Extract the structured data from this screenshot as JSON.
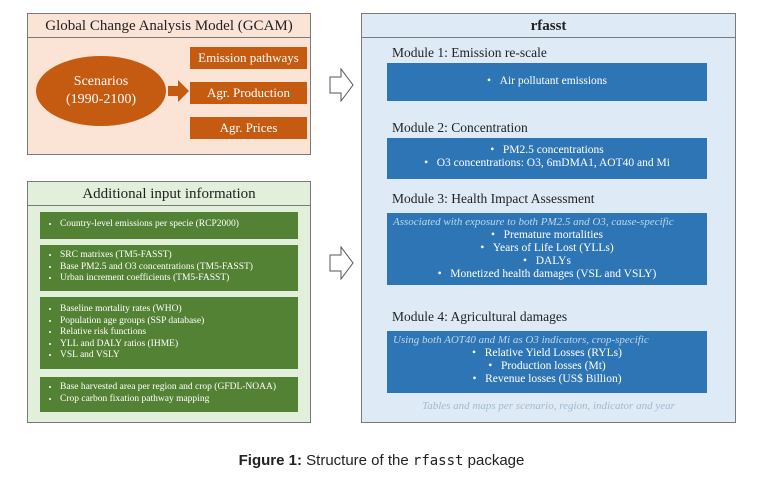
{
  "gcam": {
    "title": "Global Change Analysis Model (GCAM)",
    "scenarios_line1": "Scenarios",
    "scenarios_line2": "(1990-2100)",
    "outputs": [
      "Emission pathways",
      "Agr. Production",
      "Agr. Prices"
    ]
  },
  "additional": {
    "title": "Additional input information",
    "groups": [
      [
        "Country-level emissions per specie (RCP2000)"
      ],
      [
        "SRC matrixes (TM5-FASST)",
        "Base PM2.5 and O3 concentrations (TM5-FASST)",
        "Urban increment coefficients (TM5-FASST)"
      ],
      [
        "Baseline mortality rates (WHO)",
        "Population age groups (SSP database)",
        "Relative risk functions",
        "YLL and DALY ratios (IHME)",
        "VSL and VSLY"
      ],
      [
        "Base harvested area per region and crop (GFDL-NOAA)",
        "Crop carbon fixation pathway mapping"
      ]
    ]
  },
  "rfasst": {
    "title": "rfasst",
    "module1": {
      "title": "Module 1: Emission re-scale",
      "items": [
        "Air pollutant emissions"
      ]
    },
    "module2": {
      "title": "Module 2: Concentration",
      "items": [
        "PM2.5 concentrations",
        "O3 concentrations: O3, 6mDMA1, AOT40 and Mi"
      ]
    },
    "module3": {
      "title": "Module 3: Health Impact Assessment",
      "note": "Associated with exposure to both PM2.5 and O3, cause-specific",
      "items": [
        "Premature mortalities",
        "Years of Life Lost (YLLs)",
        "DALYs",
        "Monetized health damages (VSL and VSLY)"
      ]
    },
    "module4": {
      "title": "Module 4: Agricultural damages",
      "note": "Using both AOT40 and Mi as O3 indicators, crop-specific",
      "items": [
        "Relative Yield Losses (RYLs)",
        "Production losses (Mt)",
        "Revenue losses (US$ Billion)"
      ]
    },
    "footer": "Tables and maps per scenario, region, indicator and year"
  },
  "caption": {
    "figure_label": "Figure 1:",
    "text_before": "Structure of the",
    "package": "rfasst",
    "text_after": "package"
  },
  "colors": {
    "gcam_bg": "#fbe3d6",
    "orange": "#c55a11",
    "additional_bg": "#e2efda",
    "green": "#548235",
    "rfasst_bg": "#deebf7",
    "blue": "#2e75b6"
  }
}
